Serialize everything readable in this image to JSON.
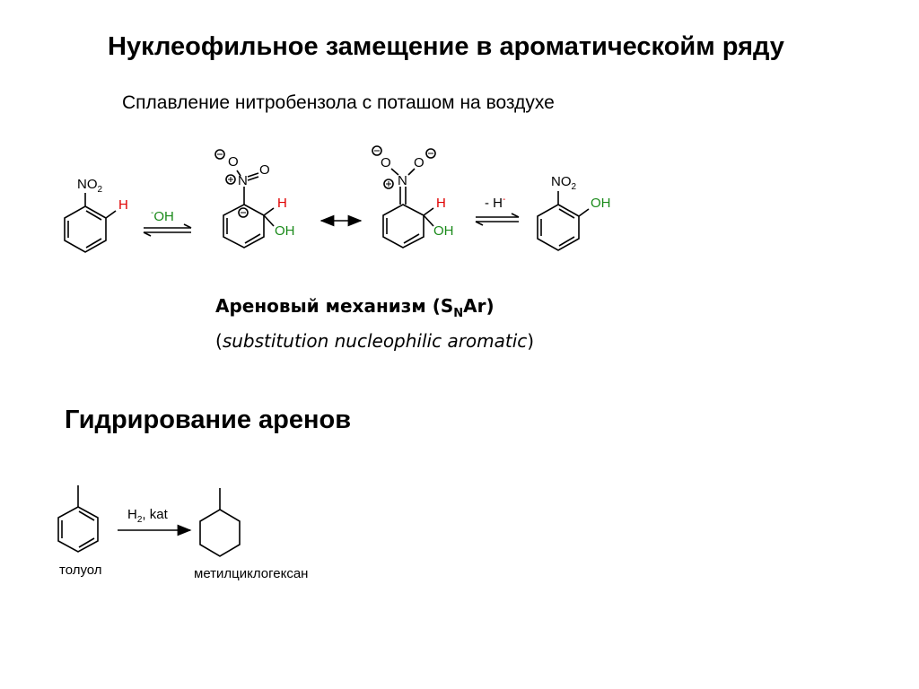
{
  "title": "Нуклеофильное замещение в ароматическойм ряду",
  "subtitle": "Сплавление нитробензола с поташом на воздухе",
  "reaction1": {
    "reagent_forward": "OH",
    "reagent_forward_charge": "-",
    "reagent_reverse": "- H",
    "reagent_reverse_charge": "-",
    "no2": "NO",
    "no2_sub": "2",
    "h": "H",
    "oh": "OH",
    "o": "O",
    "n": "N",
    "charge_minus": "−",
    "charge_plus": "+"
  },
  "mechanism": {
    "name": "Ареновый механизм (S",
    "name_sub": "N",
    "name_end": "Ar)",
    "open_paren": "(",
    "english": "substitution nucleophilic aromatic",
    "close_paren": ")"
  },
  "section2": {
    "title": "Гидрирование аренов",
    "reagent": "H",
    "reagent_sub": "2",
    "reagent_end": ", kat",
    "reactant_name": "толуол",
    "product_name": "метилциклогексан"
  },
  "colors": {
    "green": "#1a8a1a",
    "red": "#e00000",
    "black": "#000000"
  }
}
